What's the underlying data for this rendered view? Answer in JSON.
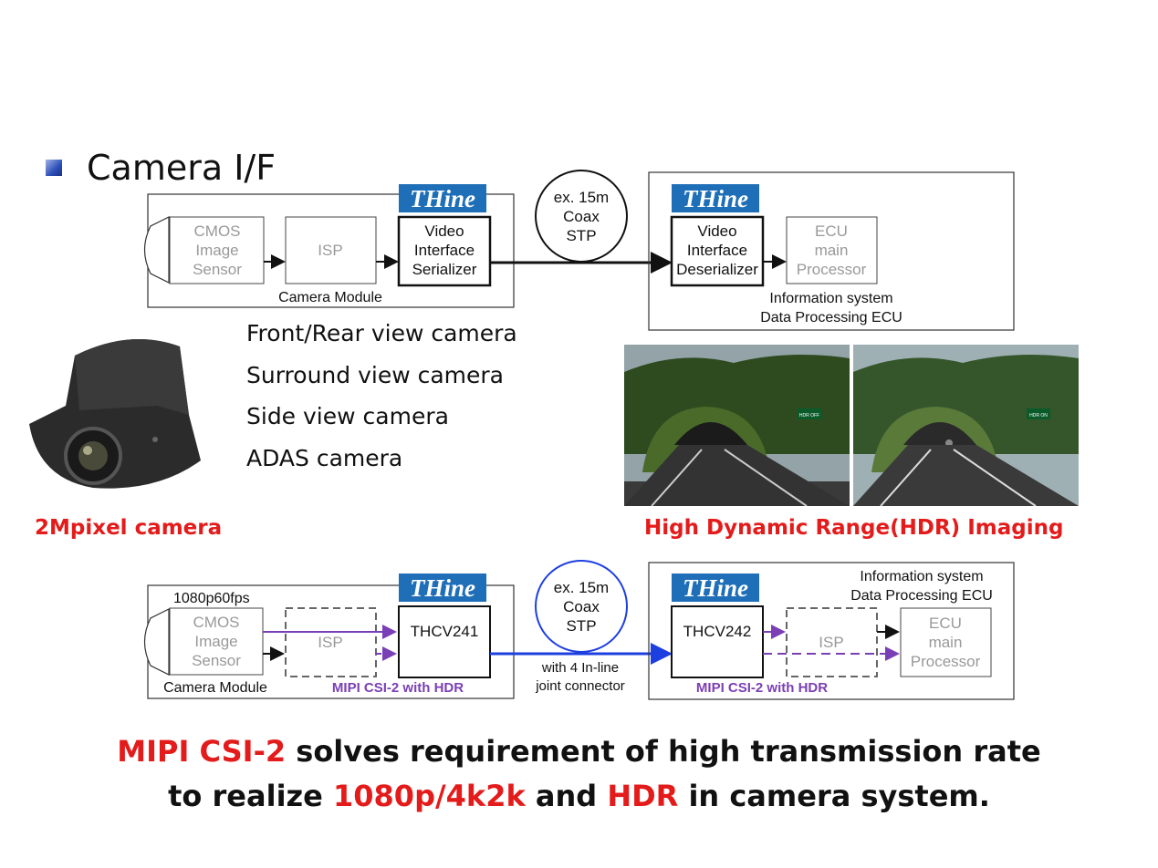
{
  "title": "Camera I/F",
  "top_diagram": {
    "cmos": [
      "CMOS",
      "Image",
      "Sensor"
    ],
    "isp": "ISP",
    "serializer": [
      "Video",
      "Interface",
      "Serializer"
    ],
    "camera_module": "Camera Module",
    "cable": [
      "ex. 15m",
      "Coax",
      "STP"
    ],
    "deserializer": [
      "Video",
      "Interface",
      "Deserializer"
    ],
    "ecu": [
      "ECU",
      "main",
      "Processor"
    ],
    "info_system": [
      "Information system",
      "Data Processing ECU"
    ],
    "logo": "THine"
  },
  "camera_uses": [
    "Front/Rear view camera",
    "Surround view camera",
    "Side view camera",
    "ADAS camera"
  ],
  "captions": {
    "camera": "2Mpixel camera",
    "hdr": "High Dynamic Range(HDR) Imaging"
  },
  "hdr_signs": [
    "HDR OFF",
    "HDR ON"
  ],
  "bottom_diagram": {
    "fps": "1080p60fps",
    "cmos": [
      "CMOS",
      "Image",
      "Sensor"
    ],
    "isp_left": "ISP",
    "tx_chip": "THCV241",
    "camera_module": "Camera Module",
    "mipi_left": "MIPI CSI-2 with HDR",
    "cable": [
      "ex. 15m",
      "Coax",
      "STP"
    ],
    "connector": [
      "with 4 In-line",
      "joint connector"
    ],
    "info_system": [
      "Information system",
      "Data Processing ECU"
    ],
    "rx_chip": "THCV242",
    "isp_right": "ISP",
    "ecu": [
      "ECU",
      "main",
      "Processor"
    ],
    "mipi_right": "MIPI CSI-2 with HDR",
    "logo": "THine"
  },
  "bottom_text": {
    "line1": [
      "MIPI CSI-2",
      " solves requirement of high transmission rate"
    ],
    "line2": [
      "to realize ",
      "1080p/4k2k",
      " and ",
      "HDR",
      " in camera system."
    ]
  },
  "colors": {
    "accent_red": "#e41b1b",
    "mipi_purple": "#7b3fb5",
    "thine_blue": "#1f6fb8",
    "link_blue": "#1e3fe0"
  }
}
